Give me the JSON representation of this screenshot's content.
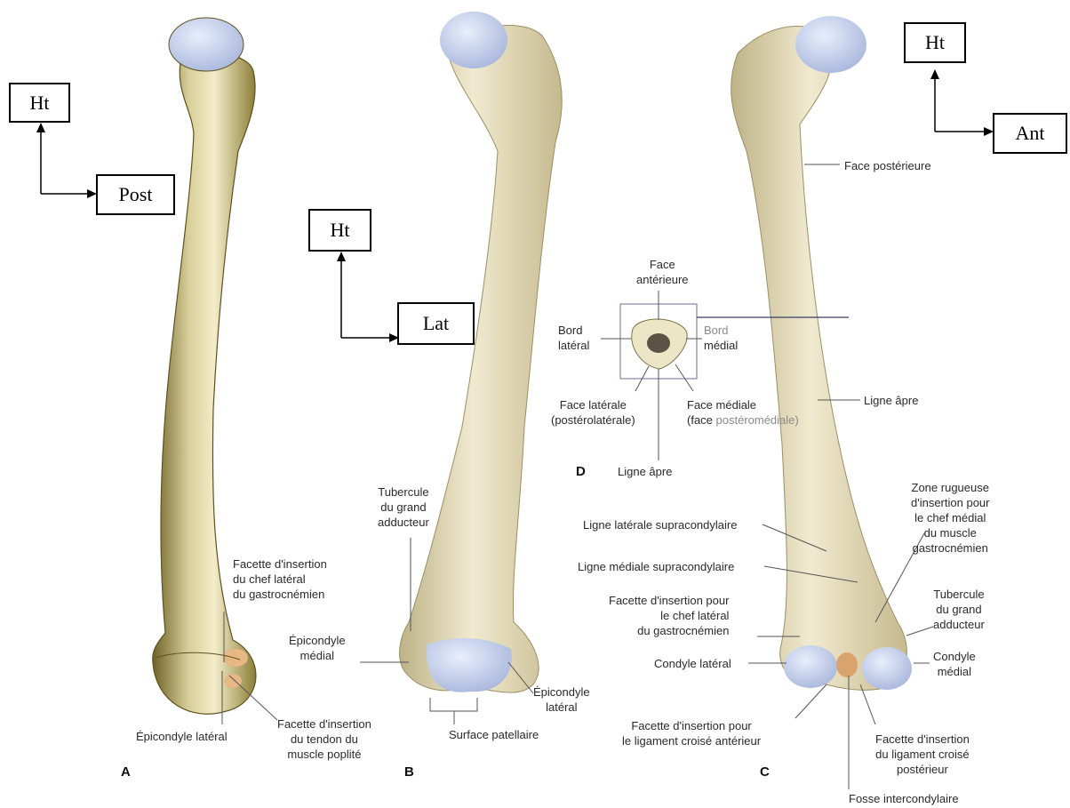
{
  "orientation": {
    "A": {
      "up": "Ht",
      "dir": "Post"
    },
    "B": {
      "up": "Ht",
      "dir": "Lat"
    },
    "C": {
      "up": "Ht",
      "dir": "Ant"
    }
  },
  "panels": {
    "A": "A",
    "B": "B",
    "C": "C",
    "D": "D"
  },
  "labels": {
    "a_facette_gastro": "Facette d'insertion\ndu chef latéral\ndu gastrocnémien",
    "a_epicondyle_lateral": "Épicondyle latéral",
    "a_facette_poplite": "Facette d'insertion\ndu tendon du\nmuscle poplité",
    "b_tubercule": "Tubercule\ndu grand\nadducteur",
    "b_epicondyle_medial": "Épicondyle\nmédial",
    "b_epicondyle_lateral": "Épicondyle\nlatéral",
    "b_surface_patellaire": "Surface patellaire",
    "d_face_anterieure": "Face\nantérieure",
    "d_bord_lateral": "Bord\nlatéral",
    "d_bord_medial_1": "Bord",
    "d_bord_medial_2": "médial",
    "d_face_laterale": "Face latérale\n(postérolatérale)",
    "d_face_mediale_1": "Face médiale",
    "d_face_mediale_2a": "(face ",
    "d_face_mediale_2b": "postéromédiale)",
    "d_ligne_apre": "Ligne âpre",
    "c_face_posterieure": "Face postérieure",
    "c_ligne_apre": "Ligne âpre",
    "c_zone_rugueuse": "Zone rugueuse\nd'insertion pour\nle chef médial\ndu muscle\ngastrocnémien",
    "c_ligne_laterale": "Ligne latérale supracondylaire",
    "c_ligne_mediale": "Ligne médiale supracondylaire",
    "c_facette_chef_lateral": "Facette d'insertion pour\nle chef latéral\ndu gastrocnémien",
    "c_tubercule": "Tubercule\ndu grand\nadducteur",
    "c_condyle_lateral": "Condyle latéral",
    "c_condyle_medial": "Condyle\nmédial",
    "c_facette_lca": "Facette d'insertion pour\nle ligament croisé antérieur",
    "c_facette_lcp": "Facette d'insertion\ndu ligament croisé\npostérieur",
    "c_fosse": "Fosse intercondylaire"
  }
}
